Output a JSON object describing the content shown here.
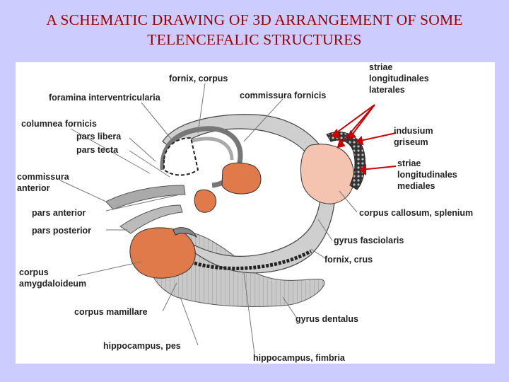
{
  "title": {
    "line1": "A SCHEMATIC DRAWING OF 3D ARRANGEMENT OF SOME",
    "line2": "TELENCEFALIC STRUCTURES"
  },
  "labels": {
    "fornix_corpus": "fornix, corpus",
    "foramina": "foramina interventricularia",
    "commissura_fornicis": "commissura fornicis",
    "striae_lat_1": "striae",
    "striae_lat_2": "longitudinales",
    "striae_lat_3": "laterales",
    "columnea_fornicis": "columnea fornicis",
    "pars_libera": "pars libera",
    "pars_tecta": "pars tecta",
    "indusium_1": "indusium",
    "indusium_2": "griseum",
    "commissura_anterior_1": "commissura",
    "commissura_anterior_2": "anterior",
    "striae_med_1": "striae",
    "striae_med_2": "longitudinales",
    "striae_med_3": "mediales",
    "pars_anterior": "pars anterior",
    "pars_posterior": "pars posterior",
    "corpus_callosum": "corpus callosum, splenium",
    "gyrus_fasciolaris": "gyrus fasciolaris",
    "fornix_crus": "fornix, crus",
    "corpus_amygdaloideum_1": "corpus",
    "corpus_amygdaloideum_2": "amygdaloideum",
    "corpus_mamillare": "corpus mamillare",
    "gyrus_dentalus": "gyrus dentalus",
    "hippocampus_pes": "hippocampus, pes",
    "hippocampus_fimbria": "hippocampus, fimbria"
  },
  "colors": {
    "background": "#ccccff",
    "title": "#990000",
    "orange_structure": "#e07a4a",
    "splenium": "#f5c4b0",
    "grey_structure": "#c8c8c8",
    "arrow": "#cc0000"
  }
}
